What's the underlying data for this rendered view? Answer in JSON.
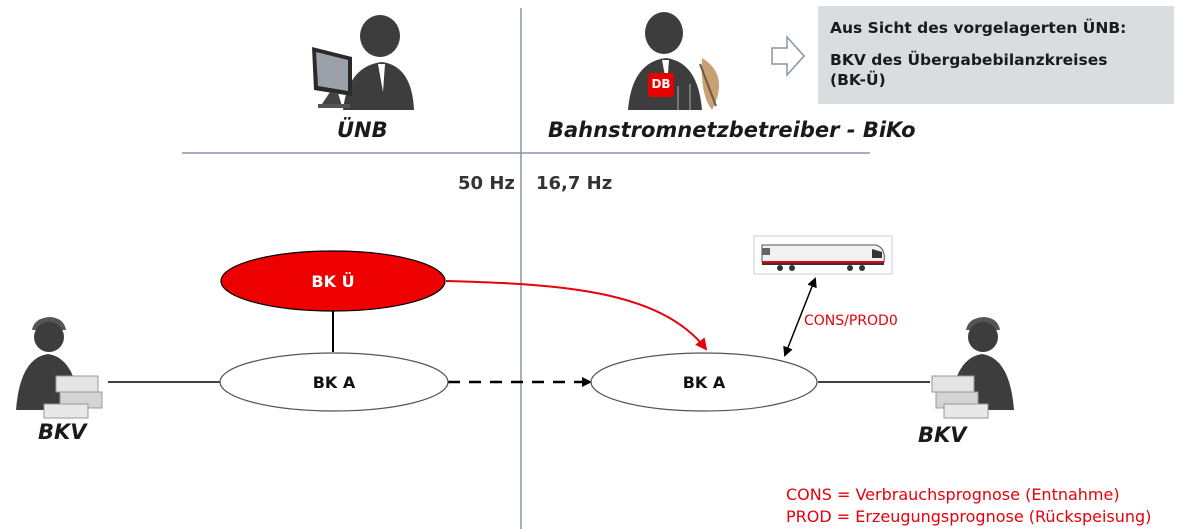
{
  "top": {
    "left_actor_label": "ÜNB",
    "right_actor_label": "Bahnstromnetzbetreiber - BiKo",
    "db_logo_text": "DB"
  },
  "frequency": {
    "left": "50 Hz",
    "right": "16,7 Hz"
  },
  "info_box": {
    "title": "Aus Sicht des vorgelagerten ÜNB:",
    "body_line1": "BKV des Übergabebilanzkreises",
    "body_line2": "(BK-Ü)"
  },
  "nodes": {
    "bk_ue": "BK Ü",
    "bk_a_left": "BK A",
    "bk_a_right": "BK A"
  },
  "actors": {
    "left_bkv": "BKV",
    "right_bkv": "BKV"
  },
  "connection_label": "CONS/PROD0",
  "legend": {
    "cons": "CONS = Verbrauchsprognose (Entnahme)",
    "prod": "PROD = Erzeugungsprognose (Rückspeisung)"
  },
  "colors": {
    "accent_red": "#e8000b",
    "ellipse_red_fill": "#ee0000",
    "divider": "#8a93a8",
    "info_box_bg": "#d9dde0"
  }
}
